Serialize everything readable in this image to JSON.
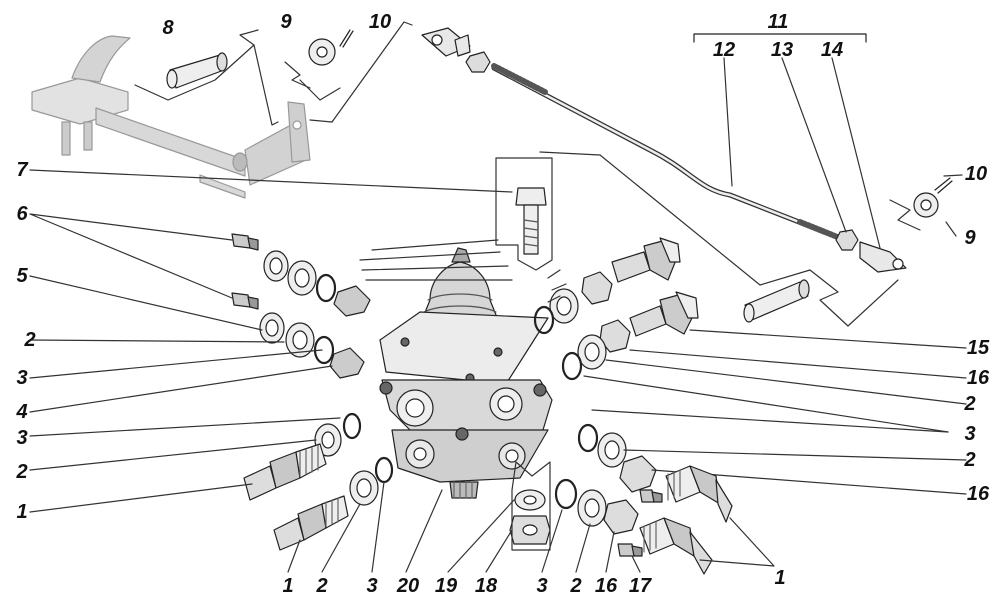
{
  "callouts": [
    {
      "name": "callout-8",
      "text": "8"
    },
    {
      "name": "callout-9-top",
      "text": "9"
    },
    {
      "name": "callout-10-top",
      "text": "10"
    },
    {
      "name": "callout-11",
      "text": "11"
    },
    {
      "name": "callout-12",
      "text": "12"
    },
    {
      "name": "callout-13",
      "text": "13"
    },
    {
      "name": "callout-14",
      "text": "14"
    },
    {
      "name": "callout-7",
      "text": "7"
    },
    {
      "name": "callout-10-right",
      "text": "10"
    },
    {
      "name": "callout-9-right",
      "text": "9"
    },
    {
      "name": "callout-6",
      "text": "6"
    },
    {
      "name": "callout-5",
      "text": "5"
    },
    {
      "name": "callout-2-left-a",
      "text": "2"
    },
    {
      "name": "callout-3-left-a",
      "text": "3"
    },
    {
      "name": "callout-4",
      "text": "4"
    },
    {
      "name": "callout-3-left-b",
      "text": "3"
    },
    {
      "name": "callout-2-left-b",
      "text": "2"
    },
    {
      "name": "callout-1-left",
      "text": "1"
    },
    {
      "name": "callout-15",
      "text": "15"
    },
    {
      "name": "callout-16-right-a",
      "text": "16"
    },
    {
      "name": "callout-2-right-a",
      "text": "2"
    },
    {
      "name": "callout-3-right",
      "text": "3"
    },
    {
      "name": "callout-2-right-b",
      "text": "2"
    },
    {
      "name": "callout-16-right-b",
      "text": "16"
    },
    {
      "name": "callout-1-bottom-right",
      "text": "1"
    },
    {
      "name": "callout-1-bottom",
      "text": "1"
    },
    {
      "name": "callout-2-bottom-a",
      "text": "2"
    },
    {
      "name": "callout-3-bottom-a",
      "text": "3"
    },
    {
      "name": "callout-20",
      "text": "20"
    },
    {
      "name": "callout-19",
      "text": "19"
    },
    {
      "name": "callout-18",
      "text": "18"
    },
    {
      "name": "callout-3-bottom-b",
      "text": "3"
    },
    {
      "name": "callout-2-bottom-b",
      "text": "2"
    },
    {
      "name": "callout-16-bottom",
      "text": "16"
    },
    {
      "name": "callout-17",
      "text": "17"
    }
  ]
}
